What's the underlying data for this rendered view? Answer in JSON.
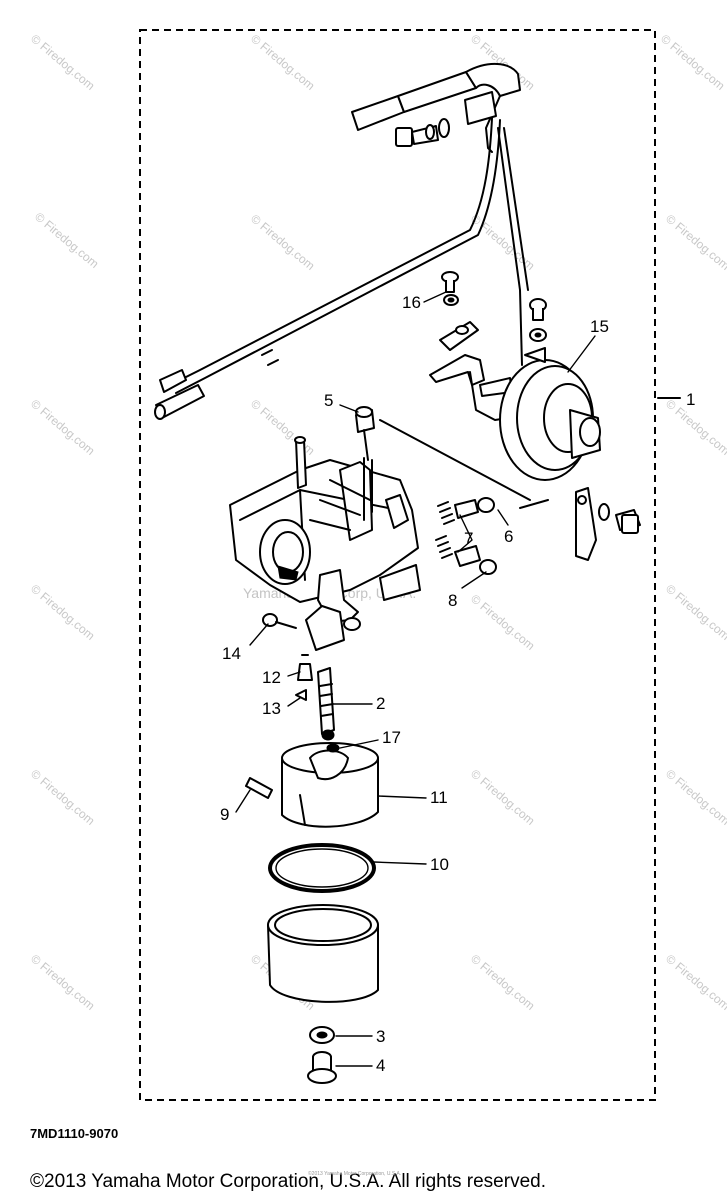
{
  "watermark": "© Firedog.com",
  "center_watermark": "Yamaha Motor Corp, U.S.A.",
  "diagram_code": "7MD1110-9070",
  "copyright": "©2013 Yamaha Motor Corporation, U.S.A. All rights reserved.",
  "tiny_copyright": "©2013 Yamaha Motor Corporation, U.S.A.",
  "callouts": {
    "c1": "1",
    "c2": "2",
    "c3": "3",
    "c4": "4",
    "c5": "5",
    "c6": "6",
    "c7": "7",
    "c8": "8",
    "c9": "9",
    "c10": "10",
    "c11": "11",
    "c12": "12",
    "c13": "13",
    "c14": "14",
    "c15": "15",
    "c16": "16",
    "c17": "17"
  }
}
